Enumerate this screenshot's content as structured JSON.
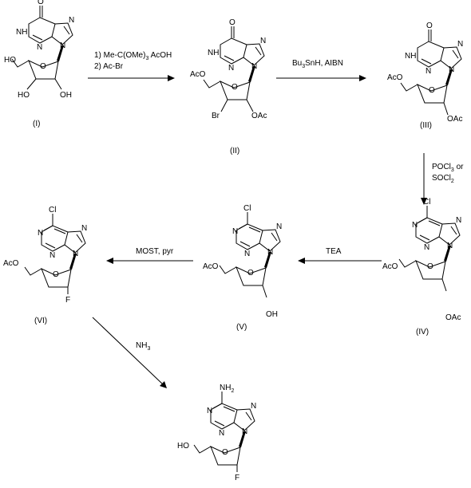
{
  "compounds": {
    "c1": {
      "number": "(I)",
      "atoms": {
        "o_carbonyl": "O",
        "nh": "NH",
        "n3": "N",
        "n7": "N",
        "n9": "N",
        "oh5": "HO",
        "ring_o": "O",
        "oh3": "HO",
        "oh2": "OH"
      }
    },
    "c2": {
      "number": "(II)",
      "atoms": {
        "o_carbonyl": "O",
        "nh": "NH",
        "n3": "N",
        "n7": "N",
        "n9": "N",
        "oac5": "AcO",
        "ring_o": "O",
        "br": "Br",
        "oac2": "OAc"
      }
    },
    "c3": {
      "number": "(III)",
      "atoms": {
        "o_carbonyl": "O",
        "nh": "NH",
        "n3": "N",
        "n7": "N",
        "n9": "N",
        "oac5": "AcO",
        "ring_o": "O",
        "oac2": "OAc"
      }
    },
    "c4": {
      "number": "(IV)",
      "atoms": {
        "cl": "Cl",
        "n1": "N",
        "n3": "N",
        "n7": "N",
        "n9": "N",
        "oac5": "AcO",
        "ring_o": "O",
        "oac2": "OAc"
      }
    },
    "c5": {
      "number": "(V)",
      "atoms": {
        "cl": "Cl",
        "n1": "N",
        "n3": "N",
        "n7": "N",
        "n9": "N",
        "oac5": "AcO",
        "ring_o": "O",
        "oh2": "OH"
      }
    },
    "c6": {
      "number": "(VI)",
      "atoms": {
        "cl": "Cl",
        "n1": "N",
        "n3": "N",
        "n7": "N",
        "n9": "N",
        "oac5": "AcO",
        "ring_o": "O",
        "f": "F"
      }
    },
    "c7": {
      "atoms": {
        "nh2": "NH",
        "nh2_sub": "2",
        "n1": "N",
        "n3": "N",
        "n7": "N",
        "n9": "N",
        "oh5": "HO",
        "ring_o": "O",
        "f": "F"
      }
    }
  },
  "reagents": {
    "step1_line1": "1) Me-C(OMe)",
    "step1_line1_sub": "3",
    "step1_line1_tail": " AcOH",
    "step1_line2": "2) Ac-Br",
    "step2_a": "Bu",
    "step2_a_sub": "3",
    "step2_b": "SnH,  AIBN",
    "step3_line1_a": "POCl",
    "step3_line1_sub": "3",
    "step3_line1_b": "  or",
    "step3_line2_a": "SOCl",
    "step3_line2_sub": "2",
    "step4": "TEA",
    "step5": "MOST,  pyr",
    "step6_a": "NH",
    "step6_sub": "3"
  }
}
